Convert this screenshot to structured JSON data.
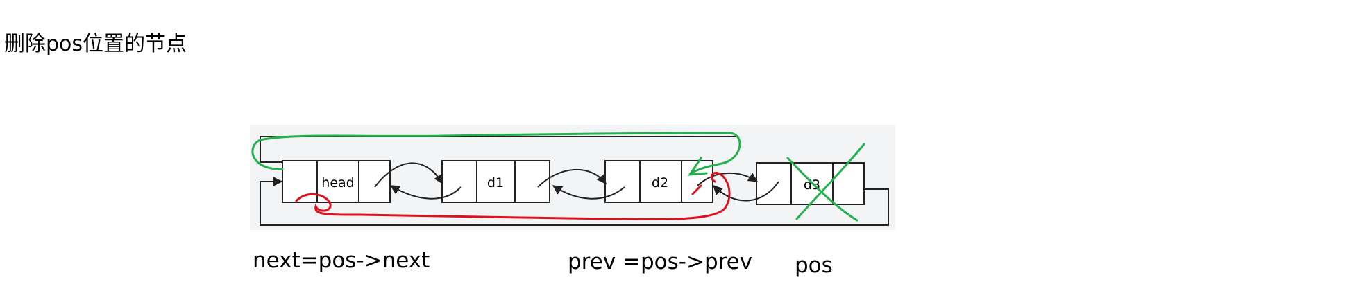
{
  "heading": "删除pos位置的节点",
  "nodes": [
    {
      "label": "head"
    },
    {
      "label": "d1"
    },
    {
      "label": "d2"
    },
    {
      "label": "d3"
    }
  ],
  "captions": {
    "next": "next=pos->next",
    "prev": "prev  =pos->prev",
    "pos": "pos"
  },
  "colors": {
    "link": "#222222",
    "new_next_link": "#22b14c",
    "new_prev_link": "#e0101f",
    "deleted_mark": "#22b14c",
    "panel": "#f3f4f6"
  }
}
